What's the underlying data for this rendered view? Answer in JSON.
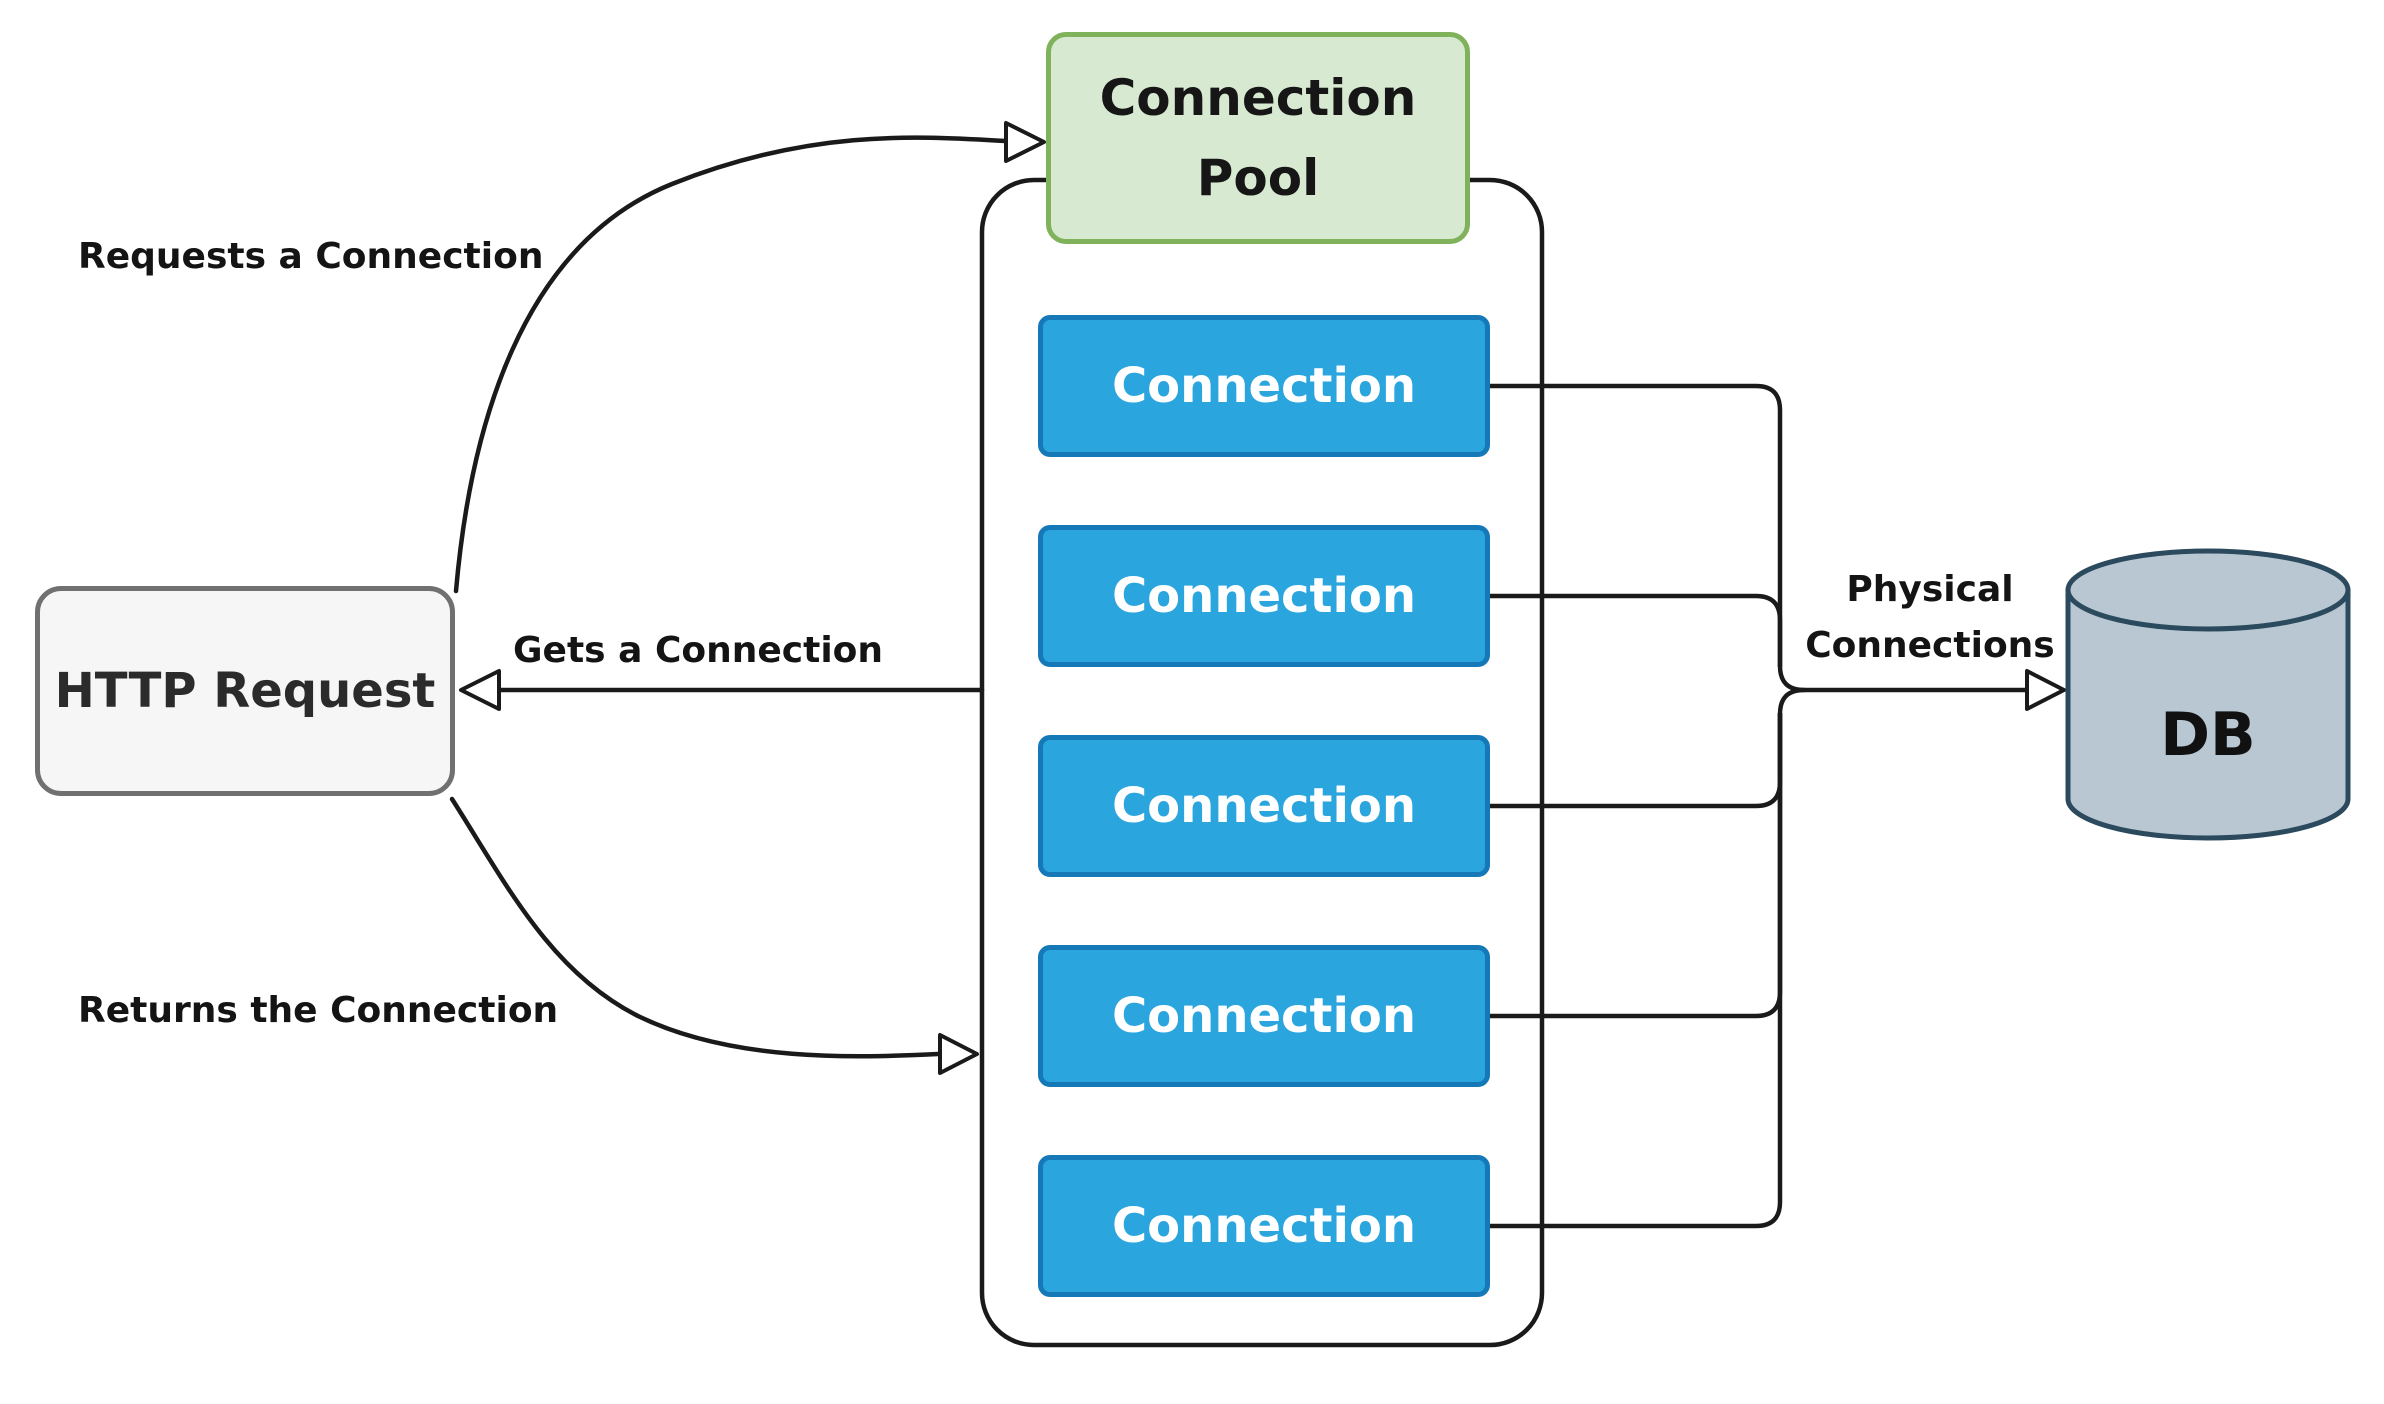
{
  "http_request": {
    "label": "HTTP Request"
  },
  "pool": {
    "title": "Connection Pool",
    "connections": [
      {
        "label": "Connection"
      },
      {
        "label": "Connection"
      },
      {
        "label": "Connection"
      },
      {
        "label": "Connection"
      },
      {
        "label": "Connection"
      }
    ]
  },
  "database": {
    "label": "DB"
  },
  "arrows": {
    "requests_label": "Requests a Connection",
    "gets_label": "Gets a Connection",
    "returns_label": "Returns the Connection",
    "physical_label": "Physical\nConnections"
  },
  "colors": {
    "line": "#1a1a1a",
    "http_fill": "#f6f6f6",
    "http_stroke": "#707070",
    "pool_fill": "#d8e9d2",
    "pool_stroke": "#7fb25a",
    "conn_fill": "#2aa5de",
    "conn_stroke": "#1579b8",
    "db_fill": "#b8c7d2",
    "db_stroke": "#2c4a5e"
  }
}
